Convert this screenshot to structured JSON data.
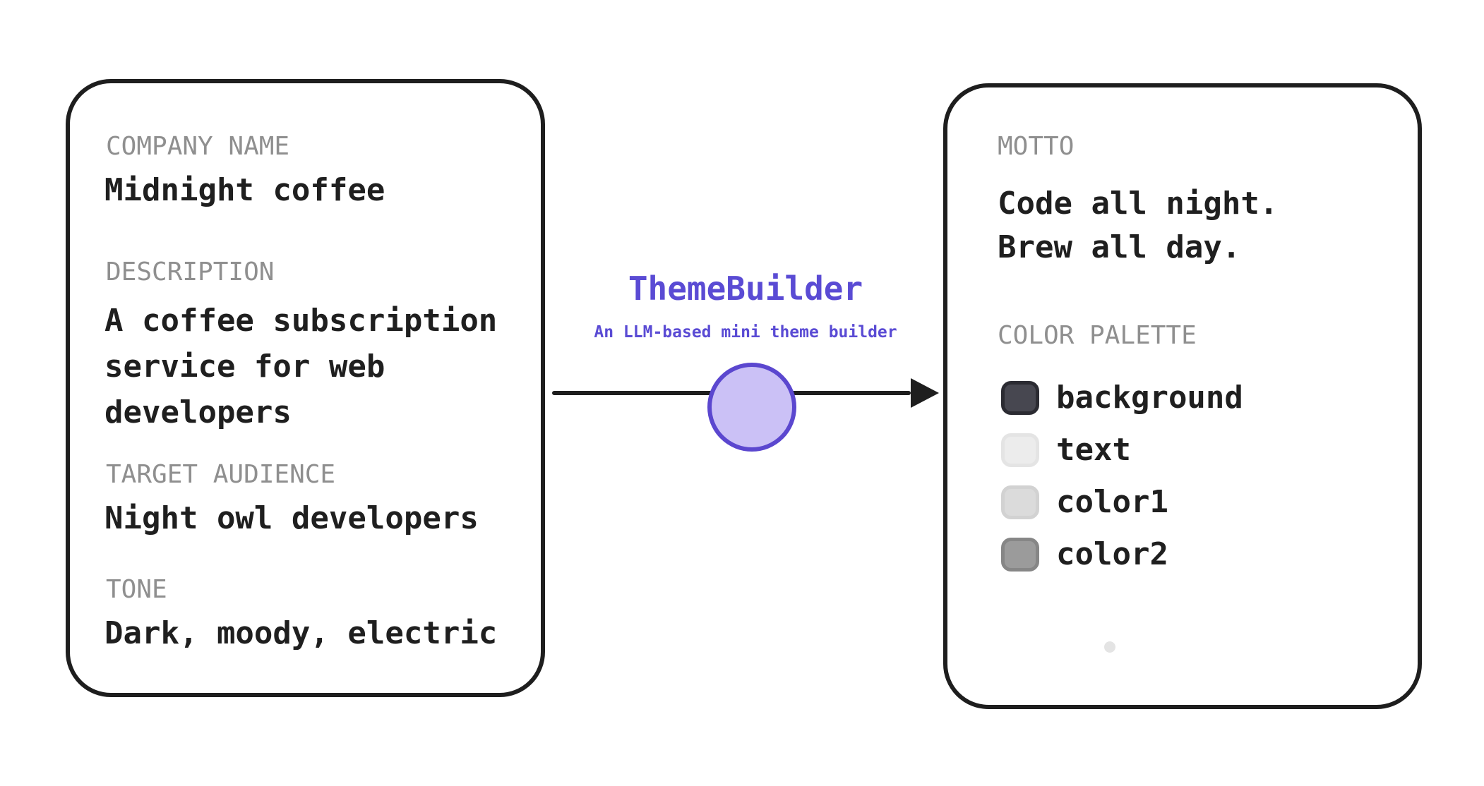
{
  "left_card": {
    "sections": [
      {
        "label": "COMPANY NAME",
        "lines": [
          "Midnight coffee"
        ]
      },
      {
        "label": "DESCRIPTION",
        "lines": [
          "A coffee subscription",
          "service for web",
          "developers"
        ]
      },
      {
        "label": "TARGET AUDIENCE",
        "lines": [
          "Night owl developers"
        ]
      },
      {
        "label": "TONE",
        "lines": [
          "Dark, moody, electric"
        ]
      }
    ]
  },
  "pipeline": {
    "title": "ThemeBuilder",
    "subtitle": "An LLM-based mini theme builder",
    "accent_color": "#5a4bd4",
    "node_fill": "#cbc1f6",
    "node_stroke": "#5b47cf",
    "arrow_color": "#1e1e1e"
  },
  "right_card": {
    "motto_label": "MOTTO",
    "motto_lines": [
      "Code all night.",
      "Brew all day."
    ],
    "palette_label": "COLOR PALETTE",
    "palette": [
      {
        "name": "background",
        "fill": "#474750",
        "border": "#2b2b32"
      },
      {
        "name": "text",
        "fill": "#ececec",
        "border": "#e4e4e4"
      },
      {
        "name": "color1",
        "fill": "#dbdbdb",
        "border": "#d2d2d2"
      },
      {
        "name": "color2",
        "fill": "#9b9b9b",
        "border": "#868686"
      }
    ]
  },
  "style": {
    "heading_color": "#8f8f8f",
    "text_color": "#1f1f1f",
    "card_border": "#1e1e1e",
    "canvas_bg": "#ffffff"
  }
}
